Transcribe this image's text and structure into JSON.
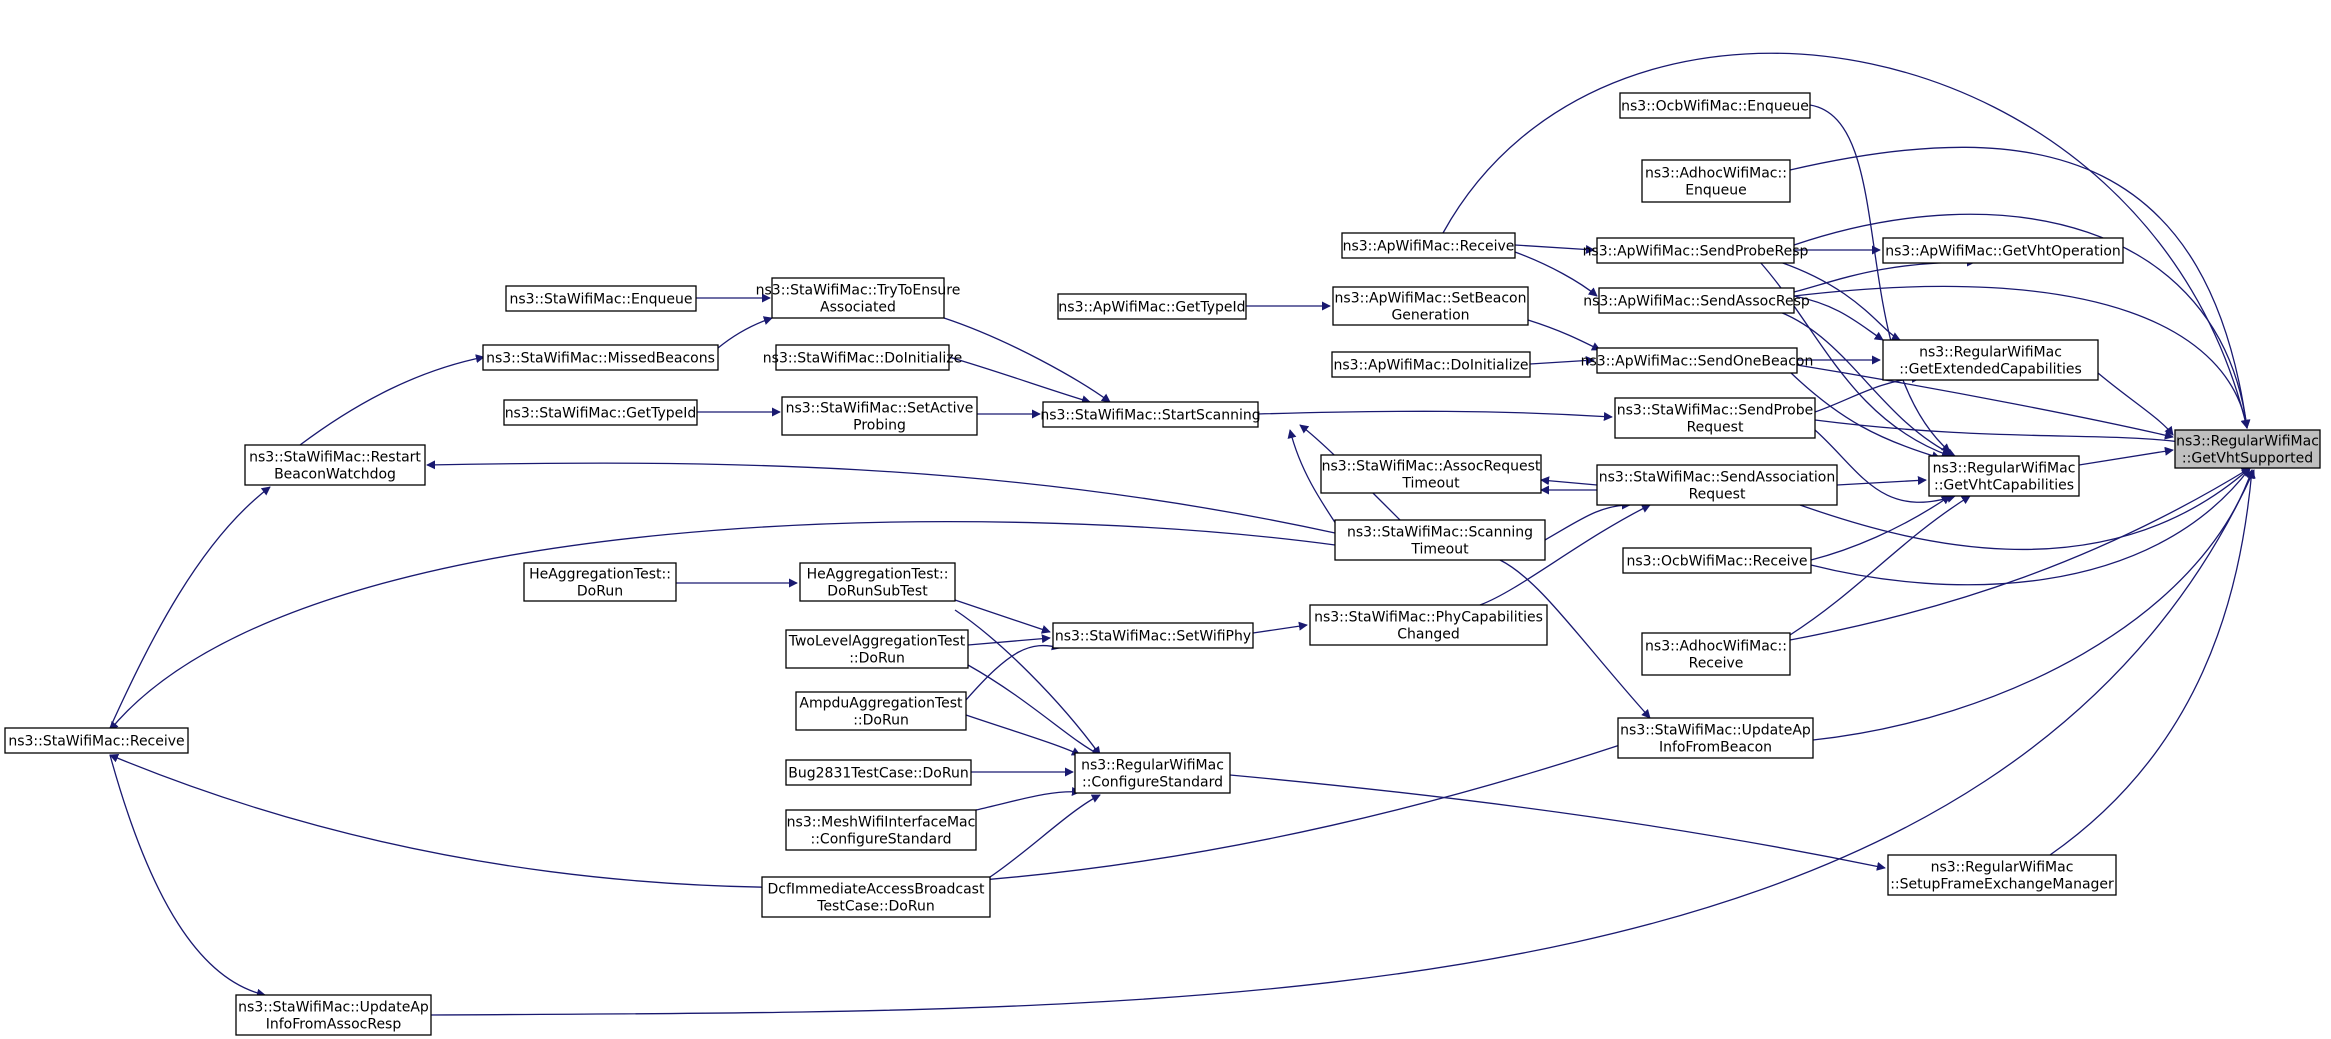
{
  "colors": {
    "edge": "#191970",
    "node_border": "#000000",
    "target_fill": "#bfbfbf",
    "background": "#ffffff"
  },
  "nodes": [
    {
      "id": "target",
      "lines": [
        "ns3::RegularWifiMac",
        "::GetVhtSupported"
      ],
      "highlight": true
    },
    {
      "id": "ocb_enqueue",
      "lines": [
        "ns3::OcbWifiMac::Enqueue"
      ]
    },
    {
      "id": "adhoc_enqueue",
      "lines": [
        "ns3::AdhocWifiMac::",
        "Enqueue"
      ]
    },
    {
      "id": "ap_receive",
      "lines": [
        "ns3::ApWifiMac::Receive"
      ]
    },
    {
      "id": "ap_sendproberesp",
      "lines": [
        "ns3::ApWifiMac::SendProbeResp"
      ]
    },
    {
      "id": "ap_getvhtoperation",
      "lines": [
        "ns3::ApWifiMac::GetVhtOperation"
      ]
    },
    {
      "id": "ap_sendassocresp",
      "lines": [
        "ns3::ApWifiMac::SendAssocResp"
      ]
    },
    {
      "id": "ap_gettypeid",
      "lines": [
        "ns3::ApWifiMac::GetTypeId"
      ]
    },
    {
      "id": "ap_setbeacongen",
      "lines": [
        "ns3::ApWifiMac::SetBeacon",
        "Generation"
      ]
    },
    {
      "id": "reg_getextcap",
      "lines": [
        "ns3::RegularWifiMac",
        "::GetExtendedCapabilities"
      ]
    },
    {
      "id": "ap_doinit",
      "lines": [
        "ns3::ApWifiMac::DoInitialize"
      ]
    },
    {
      "id": "ap_sendonebeacon",
      "lines": [
        "ns3::ApWifiMac::SendOneBeacon"
      ]
    },
    {
      "id": "sta_enqueue",
      "lines": [
        "ns3::StaWifiMac::Enqueue"
      ]
    },
    {
      "id": "sta_trytoensure",
      "lines": [
        "ns3::StaWifiMac::TryToEnsure",
        "Associated"
      ]
    },
    {
      "id": "sta_missedbeacons",
      "lines": [
        "ns3::StaWifiMac::MissedBeacons"
      ]
    },
    {
      "id": "sta_doinit",
      "lines": [
        "ns3::StaWifiMac::DoInitialize"
      ]
    },
    {
      "id": "sta_gettypeid",
      "lines": [
        "ns3::StaWifiMac::GetTypeId"
      ]
    },
    {
      "id": "sta_setactiveprobing",
      "lines": [
        "ns3::StaWifiMac::SetActive",
        "Probing"
      ]
    },
    {
      "id": "sta_startscanning",
      "lines": [
        "ns3::StaWifiMac::StartScanning"
      ]
    },
    {
      "id": "sta_sendprobereq",
      "lines": [
        "ns3::StaWifiMac::SendProbe",
        "Request"
      ]
    },
    {
      "id": "reg_getvhtcap",
      "lines": [
        "ns3::RegularWifiMac",
        "::GetVhtCapabilities"
      ]
    },
    {
      "id": "sta_restartbeacon",
      "lines": [
        "ns3::StaWifiMac::Restart",
        "BeaconWatchdog"
      ]
    },
    {
      "id": "sta_assocreqtimeout",
      "lines": [
        "ns3::StaWifiMac::AssocRequest",
        "Timeout"
      ]
    },
    {
      "id": "sta_sendassocreq",
      "lines": [
        "ns3::StaWifiMac::SendAssociation",
        "Request"
      ]
    },
    {
      "id": "sta_scanningtimeout",
      "lines": [
        "ns3::StaWifiMac::Scanning",
        "Timeout"
      ]
    },
    {
      "id": "ocb_receive",
      "lines": [
        "ns3::OcbWifiMac::Receive"
      ]
    },
    {
      "id": "he_dorun",
      "lines": [
        "HeAggregationTest::",
        "DoRun"
      ]
    },
    {
      "id": "he_dorunsubtest",
      "lines": [
        "HeAggregationTest::",
        "DoRunSubTest"
      ]
    },
    {
      "id": "sta_phycapchanged",
      "lines": [
        "ns3::StaWifiMac::PhyCapabilities",
        "Changed"
      ]
    },
    {
      "id": "sta_setwifiphy",
      "lines": [
        "ns3::StaWifiMac::SetWifiPhy"
      ]
    },
    {
      "id": "adhoc_receive",
      "lines": [
        "ns3::AdhocWifiMac::",
        "Receive"
      ]
    },
    {
      "id": "twolevel_dorun",
      "lines": [
        "TwoLevelAggregationTest",
        "::DoRun"
      ]
    },
    {
      "id": "ampdu_dorun",
      "lines": [
        "AmpduAggregationTest",
        "::DoRun"
      ]
    },
    {
      "id": "sta_receive",
      "lines": [
        "ns3::StaWifiMac::Receive"
      ]
    },
    {
      "id": "sta_updateapbeacon",
      "lines": [
        "ns3::StaWifiMac::UpdateAp",
        "InfoFromBeacon"
      ]
    },
    {
      "id": "reg_configstd",
      "lines": [
        "ns3::RegularWifiMac",
        "::ConfigureStandard"
      ]
    },
    {
      "id": "bug2831_dorun",
      "lines": [
        "Bug2831TestCase::DoRun"
      ]
    },
    {
      "id": "mesh_configstd",
      "lines": [
        "ns3::MeshWifiInterfaceMac",
        "::ConfigureStandard"
      ]
    },
    {
      "id": "dcf_dorun",
      "lines": [
        "DcfImmediateAccessBroadcast",
        "TestCase::DoRun"
      ]
    },
    {
      "id": "reg_setupframe",
      "lines": [
        "ns3::RegularWifiMac",
        "::SetupFrameExchangeManager"
      ]
    },
    {
      "id": "sta_updateapassoc",
      "lines": [
        "ns3::StaWifiMac::UpdateAp",
        "InfoFromAssocResp"
      ]
    }
  ]
}
